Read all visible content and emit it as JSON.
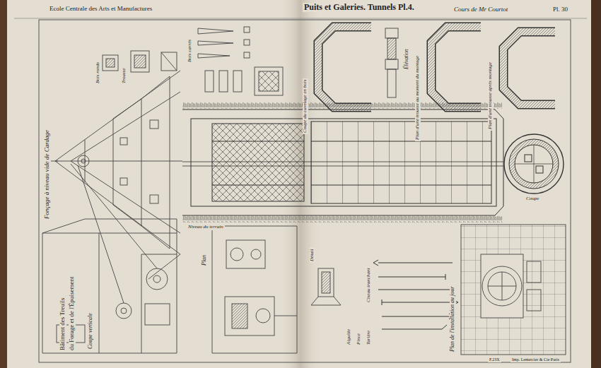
{
  "diagram": {
    "title": "Puits et Galeries. Tunnels Pl.4.",
    "labels": [
      "Ecole Centrale des Arts et Manufactures",
      "Cours de Mr Courtot",
      "Pl. 30",
      "Fonçage à niveau vide de Cardage",
      "Bâtiment des Treuils",
      "du Forage et de l'Épuisement",
      "Coupe verticale",
      "Plan",
      "Plan de l'installation au jour",
      "Élévation",
      "Plan d'une trousse au moment du montage",
      "Plan d'une trousse après montage",
      "Coupe du cuvelage en bois",
      "Bois ronds",
      "Bois carrés",
      "Trousse",
      "Détail",
      "Aiguille",
      "Pince",
      "Tarière",
      "Ciseau tranchant",
      "Niveau du terrain",
      "Coupe",
      "F.23X",
      "Imp. Lemercier & Cie Paris"
    ]
  }
}
